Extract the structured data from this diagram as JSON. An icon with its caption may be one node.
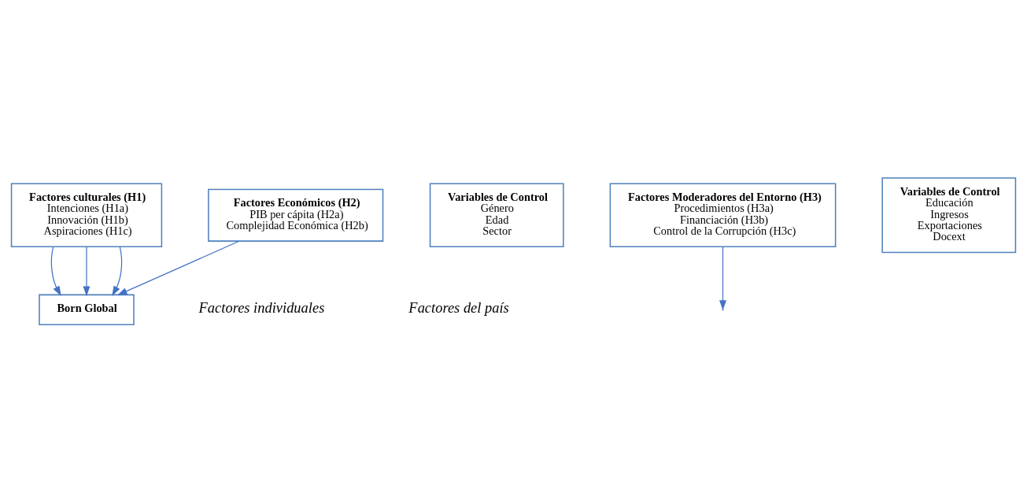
{
  "diagram": {
    "nodes": [
      {
        "text": [
          "Factores culturales (H1)",
          "Intenciones (H1a)",
          "Innovación (H1b)",
          "Aspiraciones (H1c)"
        ]
      },
      {
        "text": [
          "Variables de Control",
          "Género",
          "Edad",
          "Sector"
        ]
      },
      {
        "text": [
          "Born Global"
        ]
      },
      {
        "text": [
          "Factores Económicos (H2)",
          "PIB per cápita (H2a)",
          "Complejidad Económica (H2b)"
        ]
      },
      {
        "text": [
          "Factores Moderadores del Entorno (H3)",
          "Procedimientos (H3a)",
          "Financiación (H3b)",
          "Control de la Corrupción (H3c)"
        ]
      },
      {
        "text": [
          "Variables de Control",
          "Educación",
          "Ingresos",
          "Exportaciones",
          "Docext"
        ]
      }
    ],
    "edges": [
      {
        "from": 0,
        "to": 2,
        "arrow": "to"
      },
      {
        "from": 0,
        "to": 2,
        "arrow": "to"
      },
      {
        "from": 0,
        "to": 2,
        "arrow": "to"
      },
      {
        "from": 3,
        "to": 2,
        "arrow": "to"
      },
      {
        "from": 4,
        "to": null,
        "arrow": "to"
      }
    ],
    "labels": [
      "Factores individuales",
      "Factores del país"
    ]
  }
}
